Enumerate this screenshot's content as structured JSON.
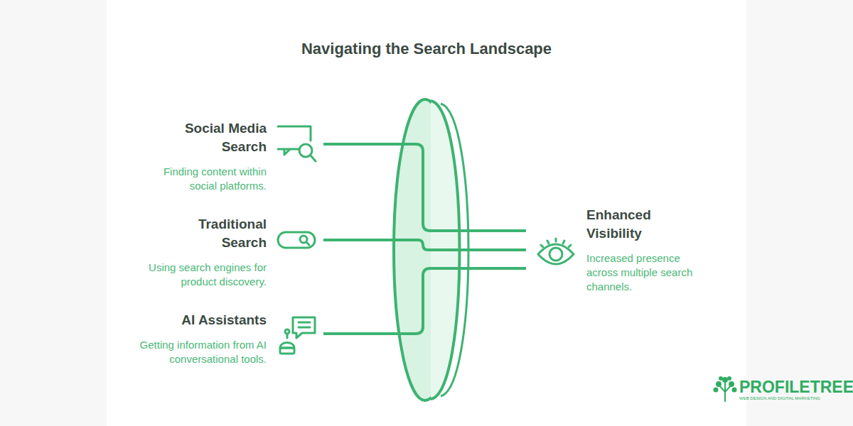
{
  "diagram": {
    "title": "Navigating the Search Landscape",
    "nodes": [
      {
        "text": [
          "Social Media Search",
          "Finding content within social platforms."
        ]
      },
      {
        "text": [
          "Traditional Search",
          "Using search engines for product discovery."
        ]
      },
      {
        "text": [
          "AI Assistants",
          "Getting information from AI conversational tools."
        ]
      },
      {
        "text": [
          "Enhanced Visibility",
          "Increased presence across multiple search channels."
        ]
      }
    ],
    "edges": [
      {
        "from": 0,
        "to": 3,
        "arrow": "none"
      },
      {
        "from": 1,
        "to": 3,
        "arrow": "none"
      },
      {
        "from": 2,
        "to": 3,
        "arrow": "none"
      }
    ],
    "labels": [
      "PROFILETREE",
      "WEB DESIGN AND DIGITAL MARKETING"
    ]
  }
}
